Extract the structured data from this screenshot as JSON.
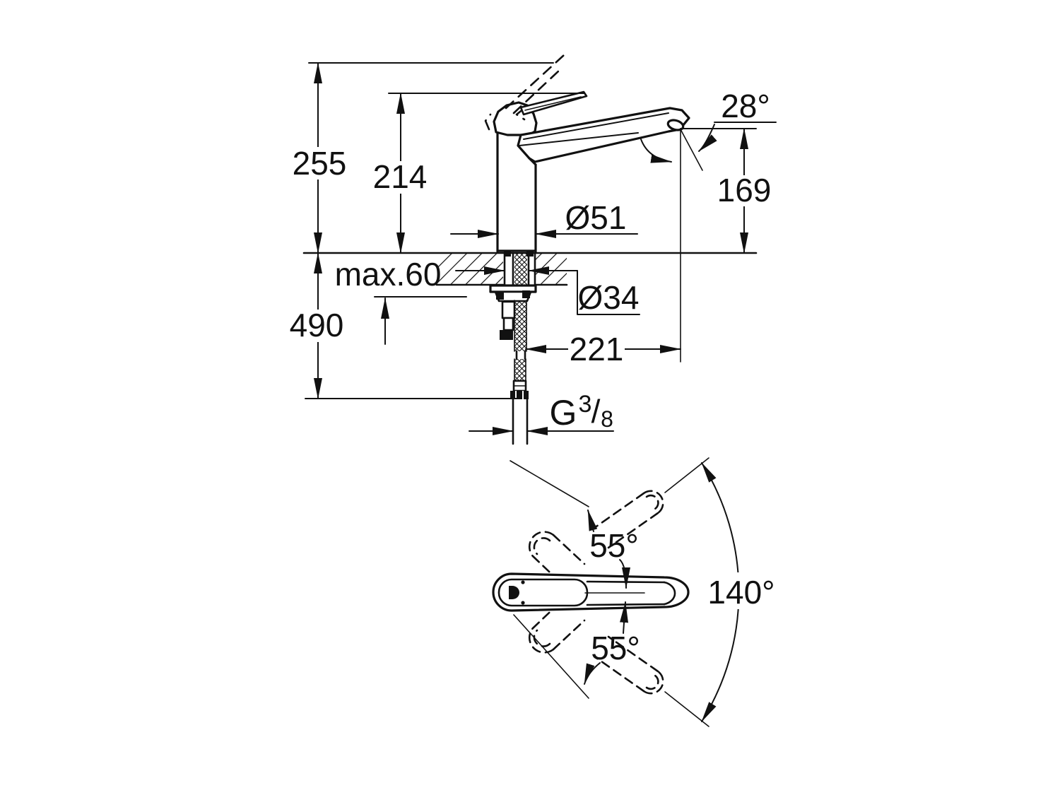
{
  "title": "Kitchen faucet technical dimension drawing",
  "colors": {
    "line": "#111111",
    "background": "#ffffff"
  },
  "side_view": {
    "overall_height": "255",
    "height_to_handle": "214",
    "spout_outlet_height": "169",
    "spout_angle": "28°",
    "body_diameter": "Ø51",
    "max_counter_thickness": "max.60",
    "mounting_hole_diameter": "Ø34",
    "spout_reach": "221",
    "below_counter_length": "490",
    "thread_prefix": "G",
    "thread_numerator": "3",
    "thread_slash": "/",
    "thread_denominator": "8"
  },
  "top_view": {
    "handle_swing_upper": "55°",
    "handle_swing_lower": "55°",
    "spout_swivel_range": "140°"
  }
}
